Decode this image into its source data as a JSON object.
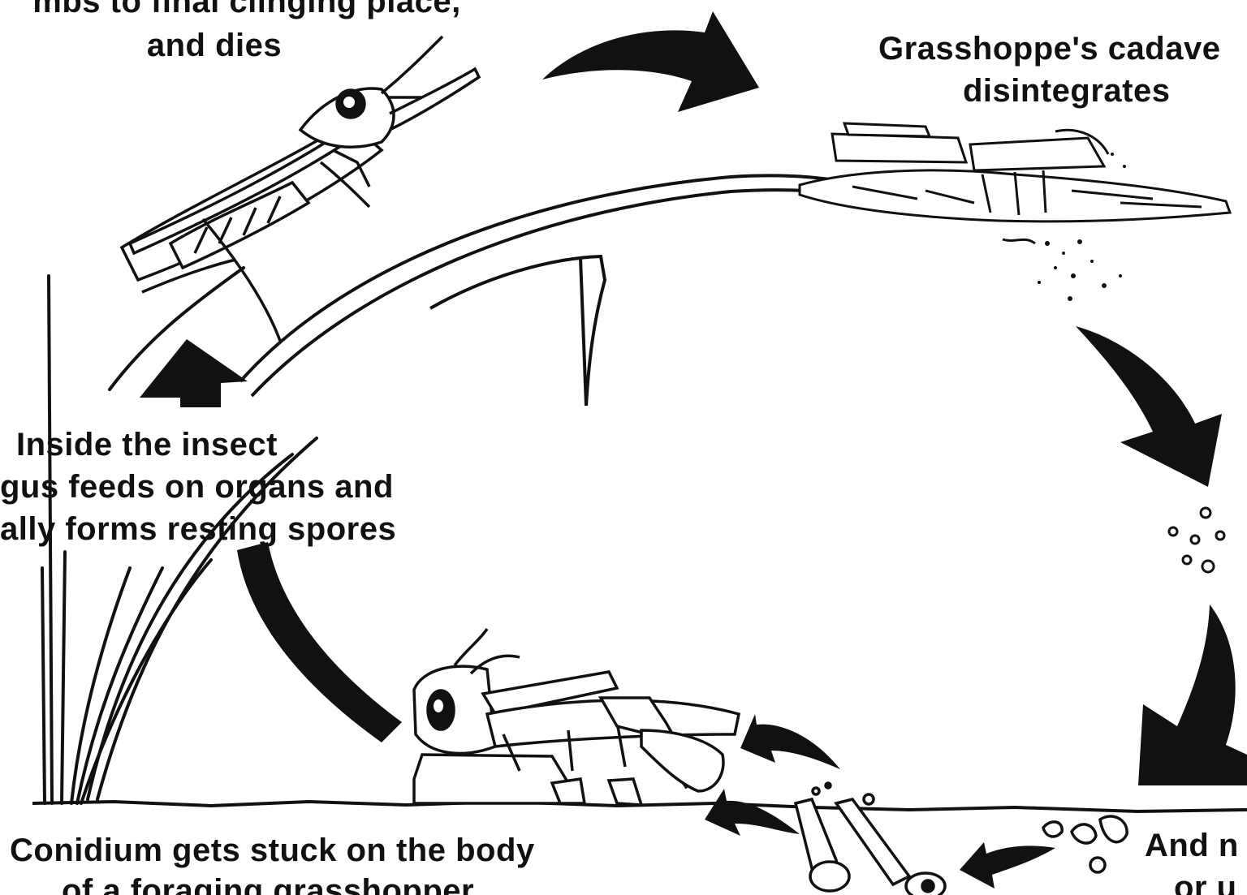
{
  "labels": {
    "climbs_line1": "mbs to final clinging place,",
    "climbs_line2": "and dies",
    "cadaver_line1": "Grasshoppe's cadave",
    "cadaver_line2": "disintegrates",
    "inside_line1": "Inside the insect",
    "inside_line2": "gus feeds on organs and",
    "inside_line3": "ally forms resting spores",
    "conidium_line1": "Conidium gets stuck on the body",
    "conidium_line2": "of a foraging grasshopper",
    "and_line1": "And n",
    "and_line2": "or u"
  },
  "colors": {
    "ink": "#111111",
    "background": "#ffffff"
  }
}
